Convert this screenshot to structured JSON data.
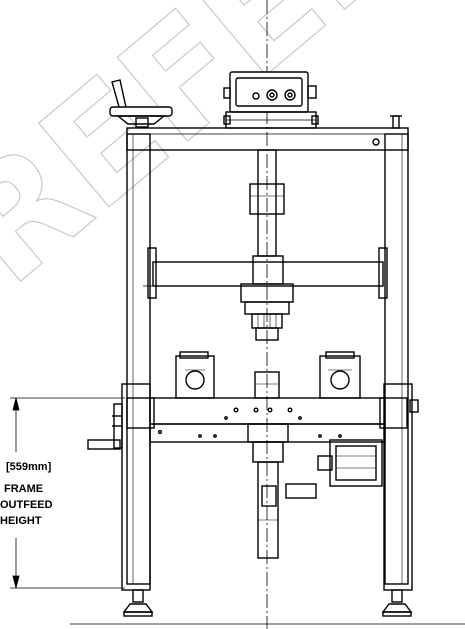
{
  "watermark": {
    "text": "REFERENCE"
  },
  "dimension": {
    "line1": "[559mm]",
    "line2": "FRAME",
    "line3": "OUTFEED",
    "line4": "HEIGHT"
  },
  "colors": {
    "ink": "#000000",
    "watermark": "#c8c8c8"
  },
  "icons": {
    "control_box": "control-box-icon",
    "handwheel": "handwheel-icon",
    "crank_handle": "crank-handle-icon"
  }
}
